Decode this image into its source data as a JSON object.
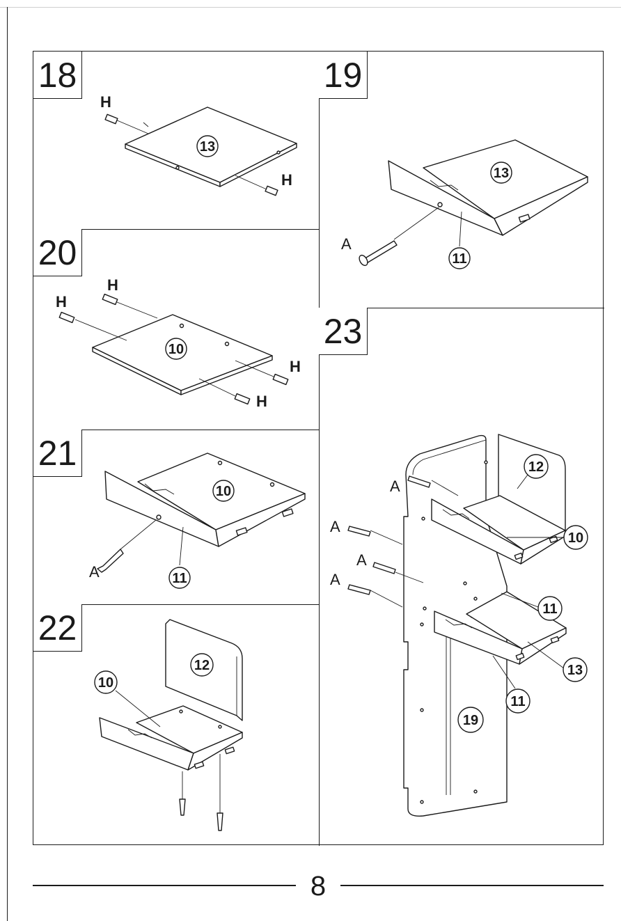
{
  "page_number": "8",
  "steps": [
    {
      "number": "18",
      "labels": {
        "dowel_a": "H",
        "dowel_b": "H",
        "board": "13"
      }
    },
    {
      "number": "19",
      "labels": {
        "screw": "A",
        "shelf": "13",
        "front": "11"
      }
    },
    {
      "number": "20",
      "labels": {
        "dowel_a": "H",
        "dowel_b": "H",
        "dowel_c": "H",
        "dowel_d": "H",
        "board": "10"
      }
    },
    {
      "number": "21",
      "labels": {
        "shelf": "10",
        "front": "11",
        "screw": "A"
      }
    },
    {
      "number": "22",
      "labels": {
        "back": "12",
        "shelf": "10"
      }
    },
    {
      "number": "23",
      "labels": {
        "screw_1": "A",
        "screw_2": "A",
        "screw_3": "A",
        "screw_4": "A",
        "back": "12",
        "shelf_top": "10",
        "front_top": "11",
        "shelf_bottom": "13",
        "front_bottom": "11",
        "side": "19"
      }
    }
  ]
}
